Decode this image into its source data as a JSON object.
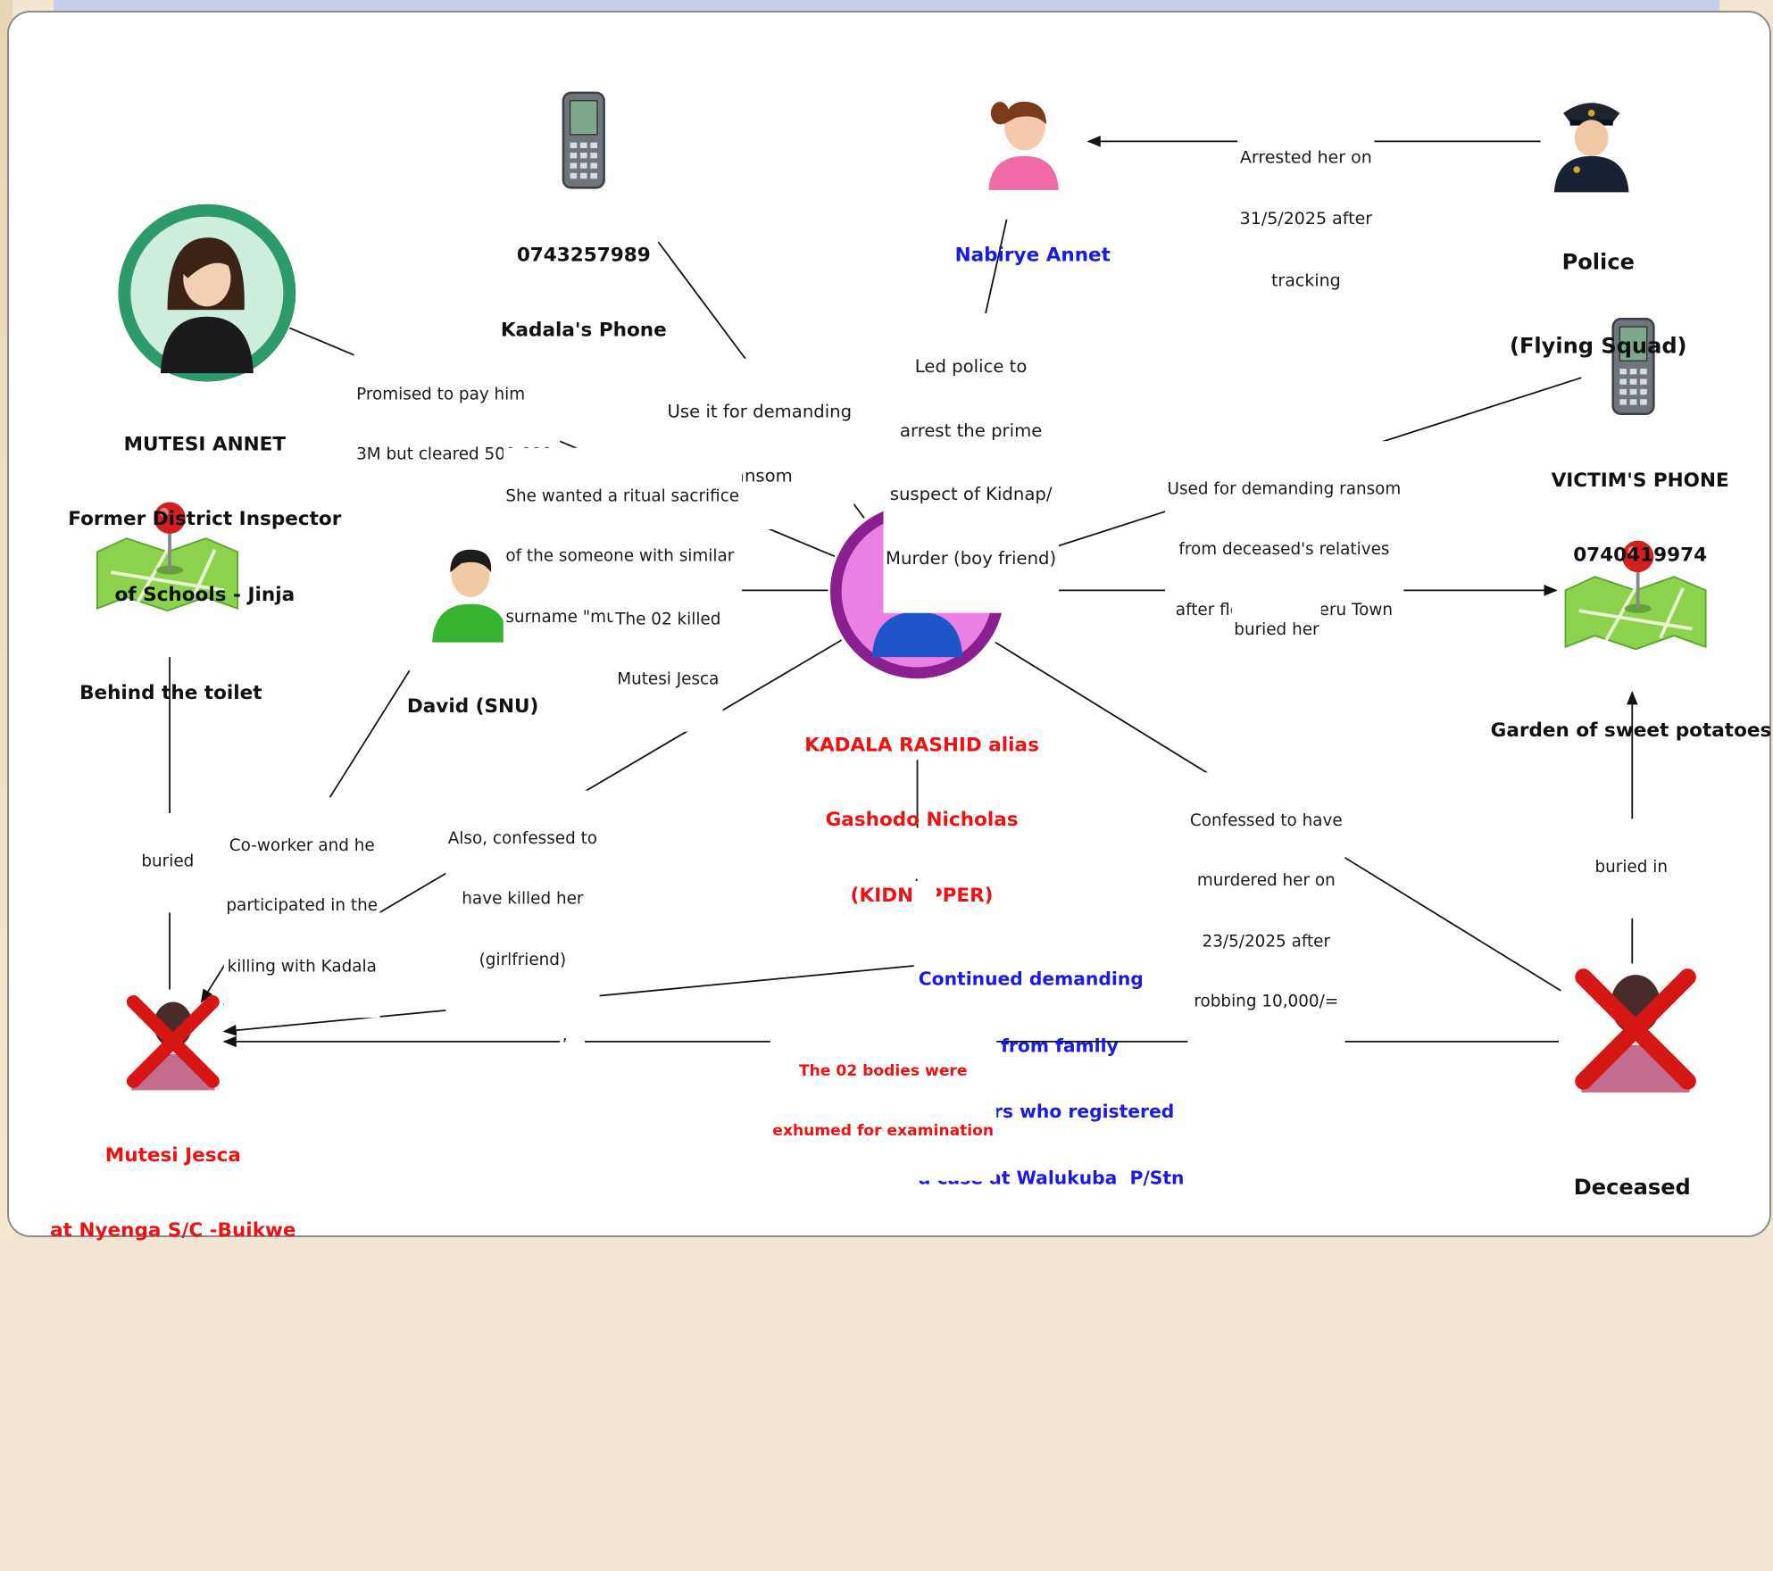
{
  "nodes": {
    "kadala_phone": {
      "number": "0743257989",
      "label": "Kadala's Phone"
    },
    "nabirye": {
      "label": "Nabirye Annet"
    },
    "police": {
      "line1": "Police",
      "line2": "(Flying Squad)"
    },
    "mutesi_annet": {
      "line1": "MUTESI ANNET",
      "line2": "Former District Inspector",
      "line3": "of Schools - Jinja"
    },
    "victim_phone": {
      "line1": "VICTIM'S PHONE",
      "line2": "0740419974"
    },
    "toilet": {
      "label": "Behind the toilet"
    },
    "david": {
      "label": "David (SNU)"
    },
    "kadala": {
      "line1": "KADALA RASHID alias",
      "line2": "Gashodo Nicholas",
      "line3": "(KIDNAPPER)"
    },
    "garden": {
      "label": "Garden of sweet potatoes"
    },
    "continued": {
      "line1": "Continued demanding",
      "line2": "ransom from family",
      "line3": "members who registered",
      "line4": "a case at Walukuba  P/Stn"
    },
    "mutesi_jesca": {
      "line1": "Mutesi Jesca",
      "line2": "at Nyenga S/C -Buikwe"
    },
    "deceased": {
      "label": "Deceased"
    }
  },
  "edges": {
    "arrested": {
      "line1": "Arrested her on",
      "line2": "31/5/2025 after",
      "line3": "tracking"
    },
    "ransom_use": {
      "line1": "Use it for demanding",
      "line2": "ransom"
    },
    "led_police": {
      "line1": "Led police to",
      "line2": "arrest the prime",
      "line3": "suspect of Kidnap/",
      "line4": "Murder (boy friend)"
    },
    "promised": {
      "line1": "Promised to pay him",
      "line2": "3M but cleared 500,000."
    },
    "ritual": {
      "line1": "She wanted a ritual sacrifice",
      "line2": "of the someone with similar",
      "line3": "surname \"mutesi\""
    },
    "victim_phone_use": {
      "line1": "Used for demanding ransom",
      "line2": "from deceased's relatives",
      "line3": "after fleeing to Njeru Town"
    },
    "killed": {
      "line1": "The 02 killed",
      "line2": "Mutesi Jesca"
    },
    "buried_her": {
      "label": "buried her"
    },
    "coworker": {
      "line1": "Co-worker and he",
      "line2": "participated in the",
      "line3": "killing with Kadala"
    },
    "also_confessed": {
      "line1": "Also, confessed to",
      "line2": "have killed her",
      "line3": "(girlfriend)"
    },
    "dot": {
      "label": "."
    },
    "confessed_murder": {
      "line1": "Confessed to have",
      "line2": "murdered her on",
      "line3": "23/5/2025 after",
      "line4": "robbing 10,000/="
    },
    "buried": {
      "label": "buried"
    },
    "buried_in": {
      "label": "buried in"
    },
    "comma": {
      "label": ","
    },
    "exhumed": {
      "line1": "The 02 bodies were",
      "line2": "exhumed for examination"
    }
  },
  "colors": {
    "suspect_red": "#ee1111",
    "highlight_blue": "#1a1ae6",
    "kadala_ring": "#8a1f8f",
    "mutesi_ring": "#2e9a6a",
    "line": "#111111"
  },
  "icons": [
    "mobile-phone-icon",
    "woman-icon",
    "police-officer-icon",
    "businesswoman-icon",
    "map-pin-icon",
    "man-icon",
    "deceased-cross-icon"
  ]
}
